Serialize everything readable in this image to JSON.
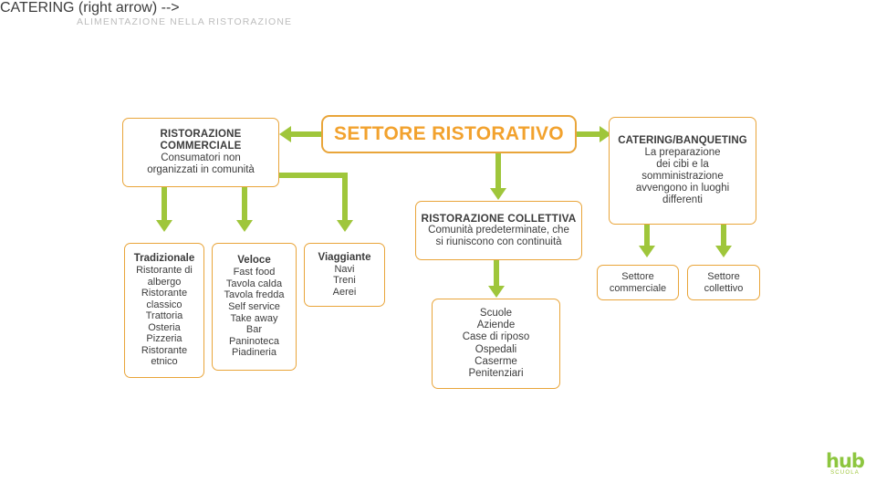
{
  "header": {
    "title": "ALIMENTAZIONE NELLA RISTORAZIONE"
  },
  "colors": {
    "box_border": "#E9A53A",
    "connector_green": "#9FC63B",
    "title_orange": "#F2A22E",
    "header_gray": "#BDBDBD",
    "logo_green": "#8DC63F",
    "text": "#3C3C3C"
  },
  "diagram": {
    "root": {
      "title": "SETTORE RISTORATIVO"
    },
    "commerciale": {
      "title_line1": "RISTORAZIONE",
      "title_line2": "COMMERCIALE",
      "desc_line1": "Consumatori non",
      "desc_line2": "organizzati in comunità"
    },
    "catering": {
      "title": "CATERING/BANQUETING",
      "desc_line1": "La preparazione",
      "desc_line2": "dei cibi e la",
      "desc_line3": "somministrazione",
      "desc_line4": "avvengono in luoghi",
      "desc_line5": "differenti"
    },
    "collettiva": {
      "title": "RISTORAZIONE COLLETTIVA",
      "desc_line1": "Comunità predeterminate, che",
      "desc_line2": "si riuniscono con continuità"
    },
    "tradizionale": {
      "title": "Tradizionale",
      "items": [
        "Ristorante di",
        "albergo",
        "Ristorante",
        "classico",
        "Trattoria",
        "Osteria",
        "Pizzeria",
        "Ristorante",
        "etnico"
      ]
    },
    "veloce": {
      "title": "Veloce",
      "items": [
        "Fast food",
        "Tavola calda",
        "Tavola fredda",
        "Self service",
        "Take away",
        "Bar",
        "Paninoteca",
        "Piadineria"
      ]
    },
    "viaggiante": {
      "title": "Viaggiante",
      "items": [
        "Navi",
        "Treni",
        "Aerei"
      ]
    },
    "collettiva_list": {
      "items": [
        "Scuole",
        "Aziende",
        "Case di riposo",
        "Ospedali",
        "Caserme",
        "Penitenziari"
      ]
    },
    "settore_commerciale": {
      "line1": "Settore",
      "line2": "commerciale"
    },
    "settore_collettivo": {
      "line1": "Settore",
      "line2": "collettivo"
    }
  },
  "logo": {
    "name": "hub",
    "subtitle": "SCUOLA"
  }
}
